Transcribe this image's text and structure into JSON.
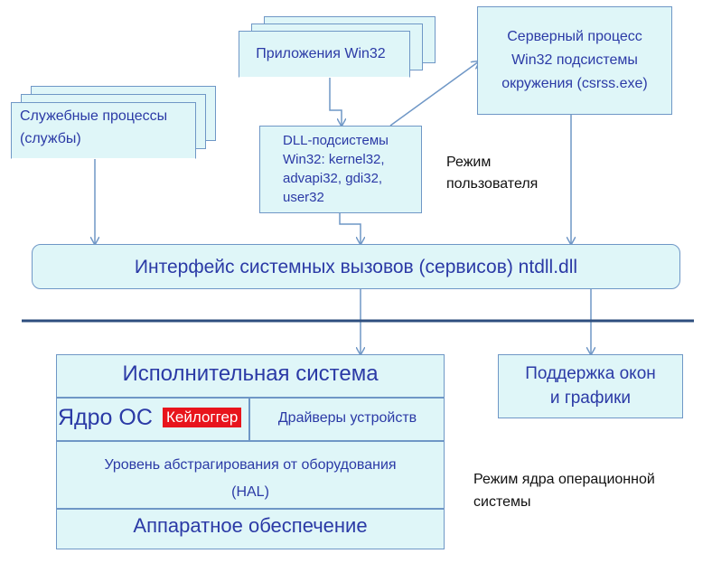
{
  "diagram": {
    "service_processes": "Служебные процессы\n(службы)",
    "win32_apps": "Приложения Win32",
    "csrss": "Серверный процесс\nWin32 подсистемы\nокружения (csrss.exe)",
    "dll_subsystem": "DLL-подсистемы\nWin32: kernel32,\nadvapi32, gdi32,\nuser32",
    "user_mode_label": "Режим\nпользователя",
    "ntdll": "Интерфейс системных вызовов (сервисов) ntdll.dll",
    "executive": "Исполнительная система",
    "kernel": "Ядро ОС",
    "keylogger": "Кейлоггер",
    "drivers": "Драйверы устройств",
    "hal": "Уровень абстрагирования от оборудования\n(HAL)",
    "hardware": "Аппаратное обеспечение",
    "window_graphics": "Поддержка окон\nи графики",
    "kernel_mode_label": "Режим ядра операционной\nсистемы"
  },
  "colors": {
    "box_fill": "#dff6f8",
    "box_border": "#6f97c6",
    "text": "#2b3aa6",
    "divider": "#2e4e7e",
    "keylogger_bg": "#e8141c"
  }
}
